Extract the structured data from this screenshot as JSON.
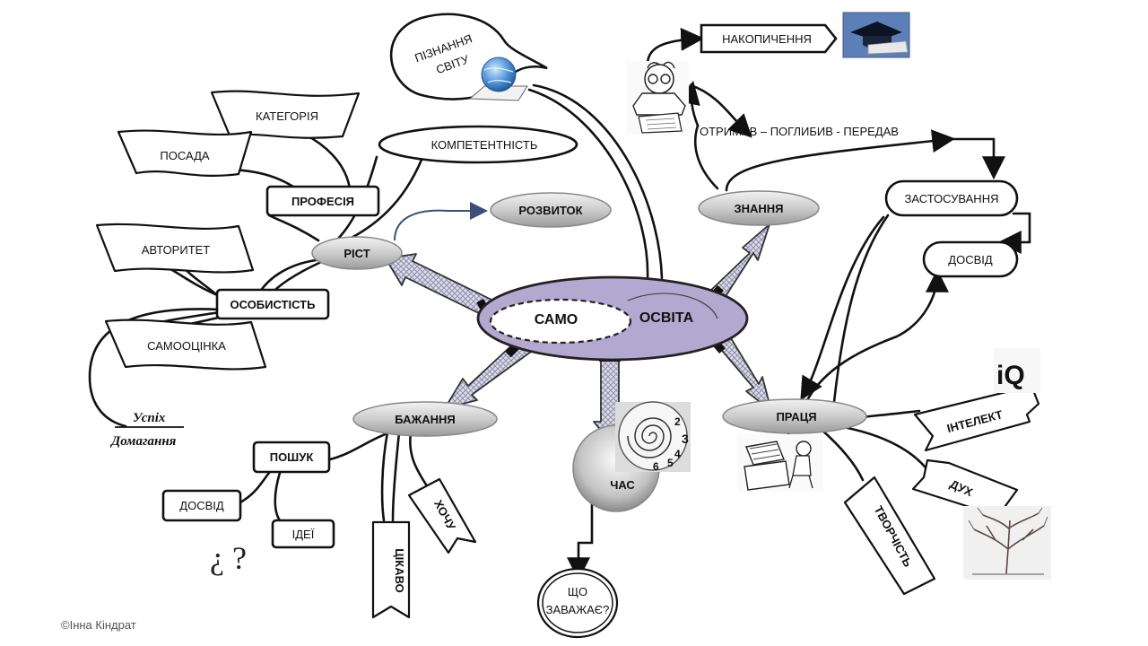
{
  "center": {
    "samo": "САМО",
    "osvita": "ОСВІТА"
  },
  "nodes": {
    "rist": "РІСТ",
    "rozvytok": "РОЗВИТОК",
    "znannia": "ЗНАННЯ",
    "pratsia": "ПРАЦЯ",
    "bazhannia": "БАЖАННЯ",
    "chas": "ЧАС"
  },
  "boxes": {
    "profesiia": "ПРОФЕСІЯ",
    "osobystist": "ОСОБИСТІСТЬ",
    "poshuk": "ПОШУК",
    "dosvid_left": "ДОСВІД",
    "idei": "ІДЕЇ",
    "nakopychennia": "НАКОПИЧЕННЯ",
    "zastosuvannia": "ЗАСТОСУВАННЯ",
    "dosvid_right": "ДОСВІД",
    "kompetentnist": "КОМПЕТЕНТНІСТЬ"
  },
  "flags": {
    "katehoriia": "КАТЕГОРІЯ",
    "posada": "ПОСАДА",
    "avtorytet": "АВТОРИТЕТ",
    "samootsinka": "САМООЦІНКА",
    "intelekt": "ІНТЕЛЕКТ",
    "dukh": "ДУХ",
    "tvorchist": "ТВОРЧІСТЬ",
    "tsikavo": "ЦІКАВО",
    "khochu": "ХОЧУ"
  },
  "bubble": {
    "line1": "ПІЗНАННЯ",
    "line2": "СВІТУ"
  },
  "shcho": {
    "line1": "ЩО",
    "line2": "ЗАВАЖАЄ?"
  },
  "otrymav": "ОТРИМАВ – ПОГЛИБИВ - ПЕРЕДАВ",
  "uspikh": "Успіх",
  "domahannia": "Домагання",
  "iq": "iQ",
  "question_marks": "¿ ?",
  "copyright": "©Інна Кіндрат",
  "colors": {
    "center_fill": "#b3a8cf",
    "node_fill": "#c8c8c8",
    "arrow_line": "#3a4f7a"
  },
  "icons": [
    "globe-book-icon",
    "graduation-cap-icon",
    "thinking-man-icon",
    "spiral-clock-icon",
    "workers-machine-icon",
    "iq-icon",
    "bare-tree-icon"
  ]
}
